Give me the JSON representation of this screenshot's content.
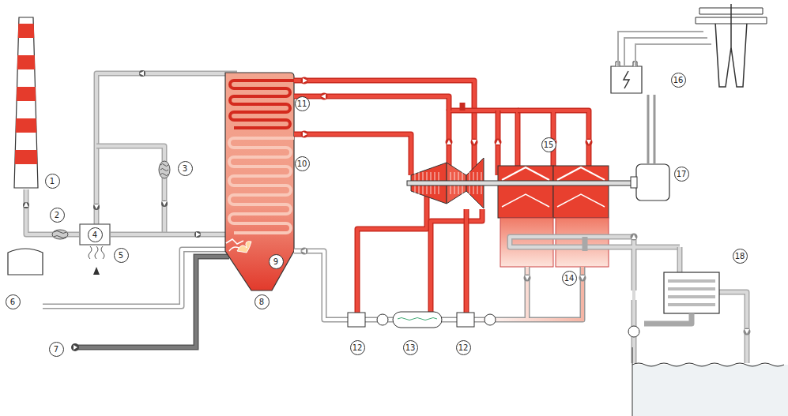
{
  "diagram": {
    "labels": [
      "1",
      "2",
      "3",
      "4",
      "5",
      "6",
      "7",
      "8",
      "9",
      "10",
      "11",
      "12",
      "12",
      "13",
      "14",
      "15",
      "16",
      "17",
      "18"
    ]
  }
}
